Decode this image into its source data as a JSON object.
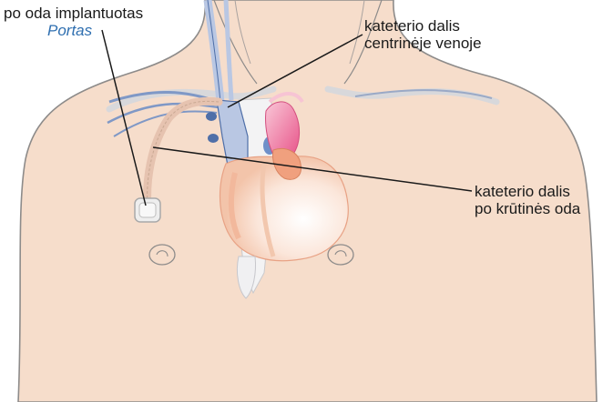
{
  "labels": {
    "port_title": "po oda implantuotas",
    "port_name": "Portas",
    "central_line1": "kateterio dalis",
    "central_line2": "centrinėje venoje",
    "chest_line1": "kateterio dalis",
    "chest_line2": "po krūtinės oda"
  },
  "colors": {
    "skin": "#f6ddcb",
    "skin_outline": "#8d8b8a",
    "vein": "#b9c7e3",
    "vein_dark": "#4f6fa8",
    "heart": "#f8d3bf",
    "heart_accent": "#f0a07e",
    "artery": "#e8558a",
    "port_label": "#2f6fb0",
    "text": "#1a1a1a"
  }
}
